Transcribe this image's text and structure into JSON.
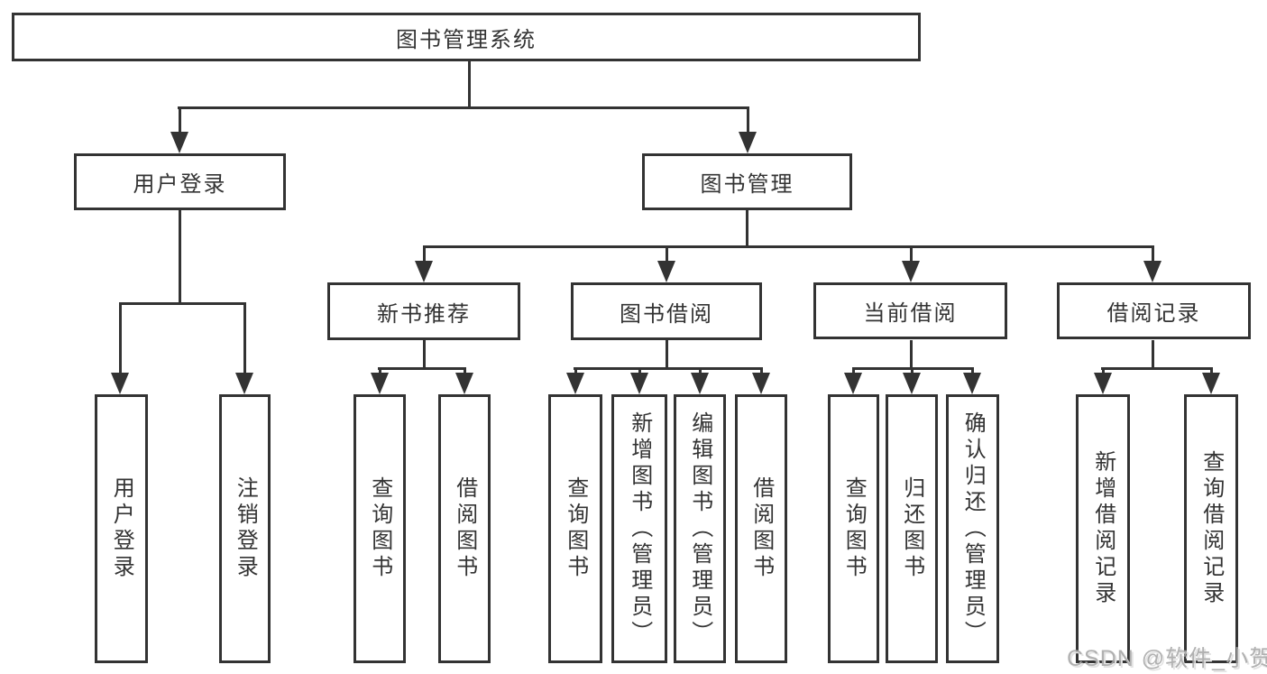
{
  "tree": {
    "label": "图书管理系统",
    "children": [
      {
        "label": "用户登录",
        "children": [
          {
            "label": "用户登录"
          },
          {
            "label": "注销登录"
          }
        ]
      },
      {
        "label": "图书管理",
        "children": [
          {
            "label": "新书推荐",
            "children": [
              {
                "label": "查询图书"
              },
              {
                "label": "借阅图书"
              }
            ]
          },
          {
            "label": "图书借阅",
            "children": [
              {
                "label": "查询图书"
              },
              {
                "label": "新增图书（管理员）"
              },
              {
                "label": "编辑图书（管理员）"
              },
              {
                "label": "借阅图书"
              }
            ]
          },
          {
            "label": "当前借阅",
            "children": [
              {
                "label": "查询图书"
              },
              {
                "label": "归还图书"
              },
              {
                "label": "确认归还（管理员）"
              }
            ]
          },
          {
            "label": "借阅记录",
            "children": [
              {
                "label": "新增借阅记录"
              },
              {
                "label": "查询借阅记录"
              }
            ]
          }
        ]
      }
    ]
  },
  "watermark": "CSDN @软件_小贺同学",
  "colors": {
    "line": "#333333",
    "text": "#333333",
    "watermark": "#a8a8a8"
  }
}
